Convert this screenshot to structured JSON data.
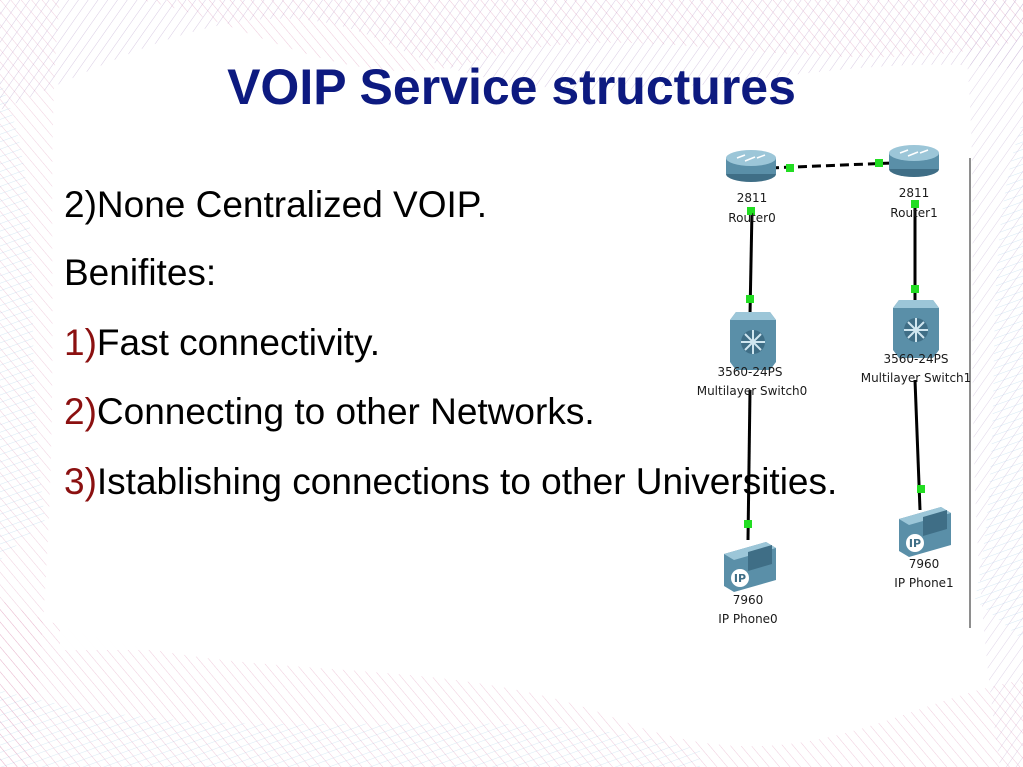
{
  "title": "VOIP Service structures",
  "bullets": [
    {
      "num": "",
      "text": "2)None Centralized VOIP."
    },
    {
      "num": "",
      "text": "Benifites:"
    },
    {
      "num": "1)",
      "text": "Fast connectivity."
    },
    {
      "num": "2)",
      "text": "Connecting to other Networks."
    },
    {
      "num": "3)",
      "text": "Istablishing connections to other Universities."
    }
  ],
  "diagram": {
    "router0": {
      "model": "2811",
      "name": "Router0"
    },
    "router1": {
      "model": "2811",
      "name": "Router1"
    },
    "switch0": {
      "model": "3560-24PS",
      "name": "Multilayer Switch0"
    },
    "switch1": {
      "model": "3560-24PS",
      "name": "Multilayer Switch1"
    },
    "phone0": {
      "model": "7960",
      "name": "IP Phone0",
      "badge": "IP"
    },
    "phone1": {
      "model": "7960",
      "name": "IP Phone1",
      "badge": "IP"
    }
  },
  "colors": {
    "title": "#0d1a80",
    "number": "#8b1010",
    "link_dot": "#22dd22",
    "device": "#5a8fa8"
  }
}
